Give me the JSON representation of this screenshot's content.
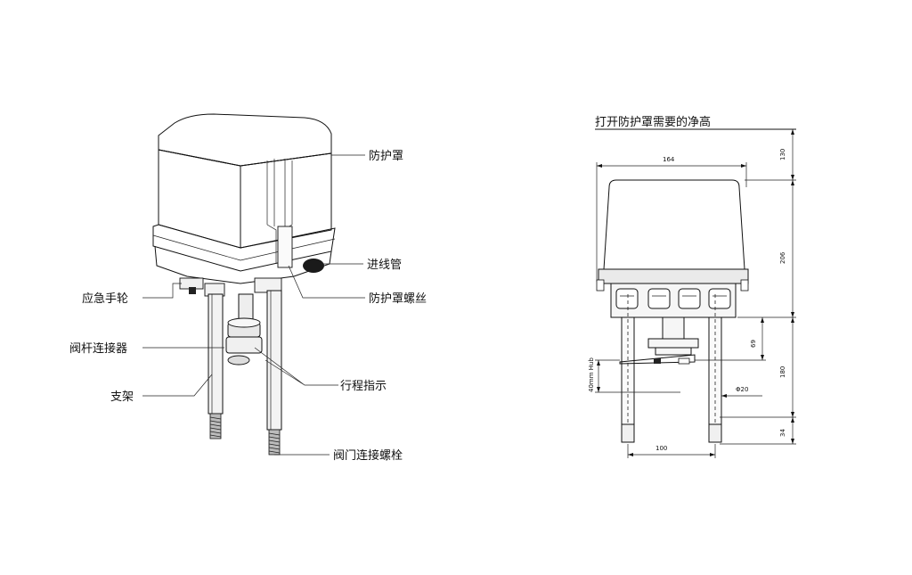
{
  "labels": {
    "cover": "防护罩",
    "conduit": "进线管",
    "cover_screw": "防护罩螺丝",
    "handwheel": "应急手轮",
    "stem_connector": "阀杆连接器",
    "stroke_indicator": "行程指示",
    "bracket": "支架",
    "valve_bolt": "阀门连接螺栓"
  },
  "right_view": {
    "title": "打开防护罩需要的净高",
    "dims": {
      "top_clearance": "130",
      "width": "164",
      "housing_height": "206",
      "lower_height": "180",
      "connector": "69",
      "bolt_length": "34",
      "hub": "40mm Hub",
      "diameter": "Φ20",
      "spacing": "100"
    }
  },
  "colors": {
    "ink": "#111111",
    "body_shade": "#e8e8e8",
    "dark": "#222222"
  }
}
